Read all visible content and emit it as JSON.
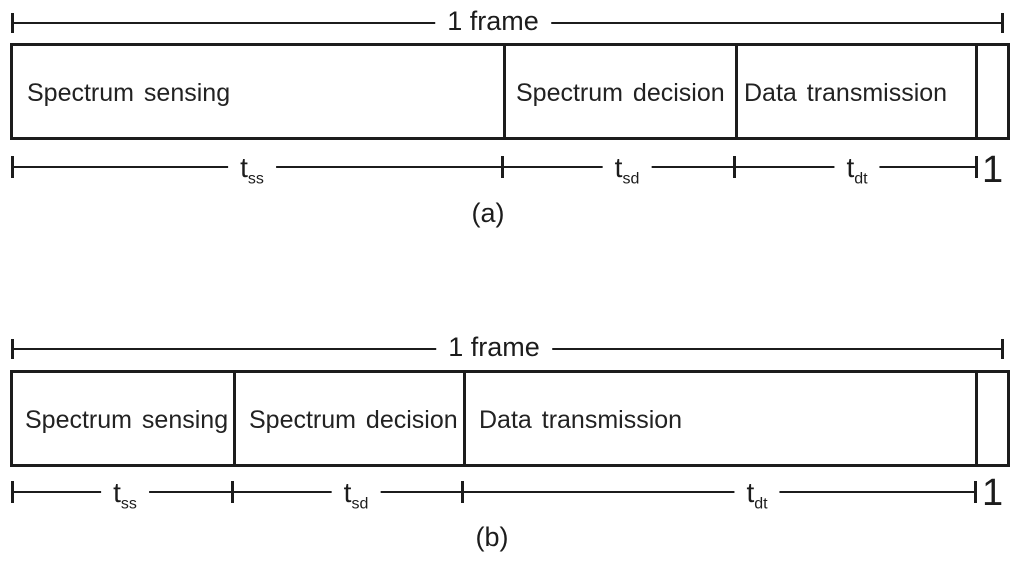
{
  "colors": {
    "ink": "#1c1c1c",
    "background": "#ffffff"
  },
  "figures": {
    "a": {
      "caption": "(a)",
      "frame_label": "1 frame",
      "sections": [
        {
          "label": "Spectrum sensing",
          "time": {
            "base": "t",
            "sub": "ss"
          }
        },
        {
          "label": "Spectrum decision",
          "time": {
            "base": "t",
            "sub": "sd"
          }
        },
        {
          "label": "Data transmission",
          "time": {
            "base": "t",
            "sub": "dt"
          }
        }
      ],
      "tail_slot_label": "1"
    },
    "b": {
      "caption": "(b)",
      "frame_label": "1 frame",
      "sections": [
        {
          "label": "Spectrum sensing",
          "time": {
            "base": "t",
            "sub": "ss"
          }
        },
        {
          "label": "Spectrum decision",
          "time": {
            "base": "t",
            "sub": "sd"
          }
        },
        {
          "label": "Data transmission",
          "time": {
            "base": "t",
            "sub": "dt"
          }
        }
      ],
      "tail_slot_label": "1"
    }
  }
}
